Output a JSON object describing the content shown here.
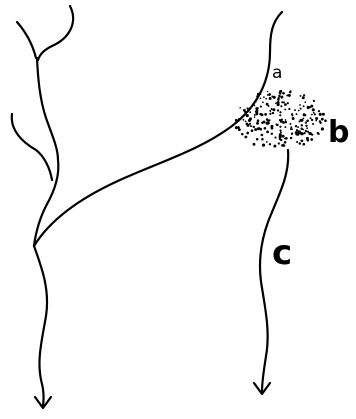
{
  "labels": {
    "a": "a",
    "b": "b",
    "c": "c"
  },
  "colors": {
    "ink": "#000000",
    "background": "#ffffff"
  }
}
